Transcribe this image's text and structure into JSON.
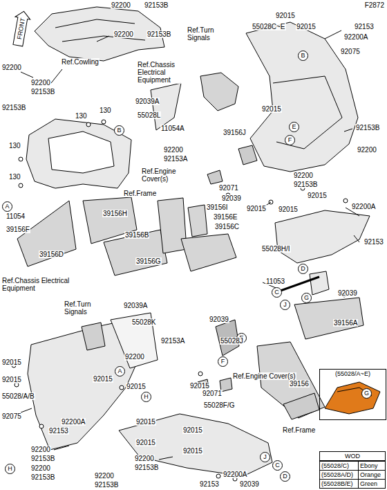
{
  "diagram": {
    "nodes": [
      {
        "text": [
          "B"
        ]
      },
      {
        "text": [
          "B"
        ]
      },
      {
        "text": [
          "E"
        ]
      },
      {
        "text": [
          "F"
        ]
      },
      {
        "text": [
          "A"
        ]
      },
      {
        "text": [
          "D"
        ]
      },
      {
        "text": [
          "C"
        ]
      },
      {
        "text": [
          "G"
        ]
      },
      {
        "text": [
          "J"
        ]
      },
      {
        "text": [
          "E"
        ]
      },
      {
        "text": [
          "F"
        ]
      },
      {
        "text": [
          "A"
        ]
      },
      {
        "text": [
          "H"
        ]
      },
      {
        "text": [
          "G"
        ]
      },
      {
        "text": [
          "J"
        ]
      },
      {
        "text": [
          "C"
        ]
      },
      {
        "text": [
          "D"
        ]
      },
      {
        "text": [
          "H"
        ]
      },
      {
        "text": [
          "(55028/A~E)"
        ]
      },
      {
        "text": [
          "WOD"
        ]
      }
    ],
    "labels": [
      "F2872",
      "FRONT",
      "92200",
      "92153B",
      "92200",
      "92153B",
      "92200",
      "92200",
      "92153B",
      "92153B",
      "Ref.Cowling",
      "Ref.Turn Signals",
      "55028C~E",
      "92015",
      "92015",
      "92153",
      "92200A",
      "92075",
      "Ref.Chassis Electrical Equipment",
      "92015",
      "92039A",
      "55028L",
      "130",
      "130",
      "11054A",
      "39156J",
      "92200",
      "92153A",
      "92153B",
      "92200",
      "130",
      "130",
      "Ref.Frame",
      "Ref.Engine Cover(s)",
      "92071",
      "92200",
      "92153B",
      "92015",
      "92039",
      "92015",
      "92015",
      "92200A",
      "92153",
      "11054",
      "39156H",
      "39156I",
      "39156F",
      "39156E",
      "39156B",
      "39156C",
      "39156D",
      "39156G",
      "55028H/I",
      "11053",
      "92039",
      "39156A",
      "39156",
      "Ref.Chassis Electrical Equipment",
      "Ref.Turn Signals",
      "92039A",
      "92039",
      "55028K",
      "92153A",
      "55028J",
      "92200",
      "92015",
      "92015",
      "92015",
      "55028/A/B",
      "92015",
      "92015",
      "Ref.Engine Cover(s)",
      "92071",
      "92075",
      "92200A",
      "92153",
      "55028F/G",
      "92015",
      "Ref.Frame",
      "92015",
      "92015",
      "92015",
      "92200",
      "92153B",
      "92200",
      "92153B",
      "92200",
      "92153B",
      "92200",
      "92153B",
      "92153",
      "92200A",
      "92039",
      "(55028/C)",
      "Ebony",
      "(55028A/D)",
      "Orange",
      "(55028B/E)",
      "Green"
    ]
  }
}
